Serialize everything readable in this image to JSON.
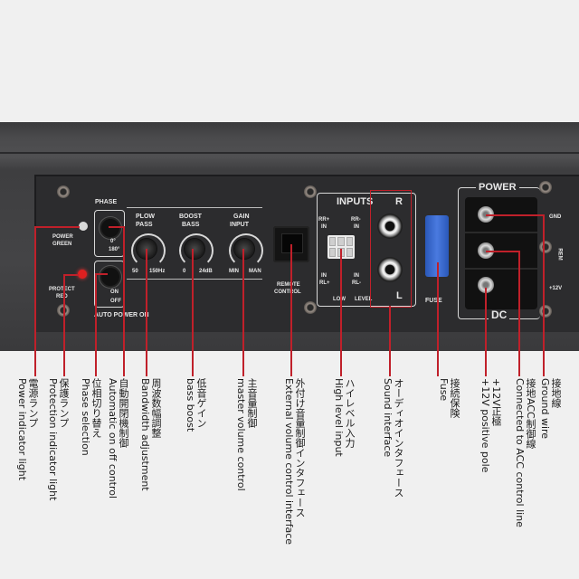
{
  "device": {
    "panel_labels": {
      "phase": "PHASE",
      "phase_0": "0°",
      "phase_180": "180°",
      "power_green": "POWER\nGREEN",
      "power_label_1": "POWER",
      "power_label_2": "GREEN",
      "protect_label_1": "PROTECT",
      "protect_label_2": "RED",
      "auto_on": "ON",
      "auto_off": "OFF",
      "auto_power_on": "AUTO POWER ON",
      "low_pass_1": "PLOW",
      "low_pass_2": "PASS",
      "low_pass_min": "50",
      "low_pass_max": "150Hz",
      "boost_1": "BOOST",
      "boost_2": "BASS",
      "boost_min": "0",
      "boost_max": "24dB",
      "gain_1": "GAIN",
      "gain_2": "INPUT",
      "gain_min": "MIN",
      "gain_max": "MAN",
      "remote_1": "REMOTE",
      "remote_2": "CONTROL",
      "inputs": "INPUTS",
      "inputs_r": "R",
      "inputs_l": "L",
      "rr_plus": "RR+",
      "rr_minus": "RR-",
      "in": "IN",
      "rl_plus": "RL+",
      "rl_minus": "RL-",
      "low": "LOW",
      "level": "LEVEL",
      "fuse": "FUSE",
      "power": "POWER",
      "dc": "DC",
      "gnd": "GND",
      "rem": "REM",
      "plus12v": "+12V"
    },
    "colors": {
      "led_power": "#d8d8d8",
      "led_protect": "#e02020",
      "callout_line": "#c0202a",
      "fuse": "#3a6ad0"
    }
  },
  "callouts": [
    {
      "id": "power-indicator",
      "en": "Power indicator light",
      "ja": "電源ランプ"
    },
    {
      "id": "protection-indicator",
      "en": "Protection indicator light",
      "ja": "保護ランプ"
    },
    {
      "id": "phase-selection",
      "en": "Phase selection",
      "ja": "位相切り替え"
    },
    {
      "id": "auto-on-off",
      "en": "Automatic on off control",
      "ja": "自動開閉機制御"
    },
    {
      "id": "bandwidth",
      "en": "Bandwidth adjustment",
      "ja": "周波数幅調整"
    },
    {
      "id": "bass-boost",
      "en": "bass boost",
      "ja": "低音ゲイン"
    },
    {
      "id": "master-volume",
      "en": "master volume control",
      "ja": "主音量制御"
    },
    {
      "id": "external-volume",
      "en": "External volume control interface",
      "ja": "外付け音量制御インタフェース"
    },
    {
      "id": "high-level-input",
      "en": "High level input",
      "ja": "ハイレベル入力"
    },
    {
      "id": "sound-interface",
      "en": "Sound interface",
      "ja": "オーディオインタフェース"
    },
    {
      "id": "fuse",
      "en": "Fuse",
      "ja": "接続保険"
    },
    {
      "id": "positive-pole",
      "en": "+12V positive pole",
      "ja": "+12V正極"
    },
    {
      "id": "acc-control",
      "en": "Connected to ACC control line",
      "ja": "接地ACC制御線"
    },
    {
      "id": "ground-wire",
      "en": "Ground wire",
      "ja": "接地線"
    }
  ]
}
